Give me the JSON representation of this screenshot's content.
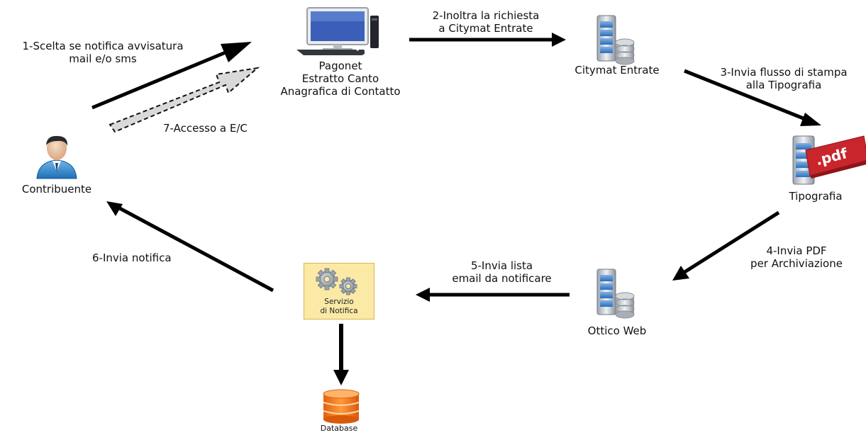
{
  "nodes": {
    "pagonet": {
      "label_line1": "Pagonet",
      "label_line2": "Estratto Canto",
      "label_line3": "Anagrafica di Contatto",
      "icon": "desktop-computer-icon"
    },
    "citymat": {
      "label": "Citymat Entrate",
      "icon": "server-icon"
    },
    "tipografia": {
      "label": "Tipografia",
      "icon": "pdf-server-icon",
      "badge": ".pdf"
    },
    "ottico": {
      "label": "Ottico Web",
      "icon": "server-icon"
    },
    "notifica": {
      "label_line1": "Servizio",
      "label_line2": "di Notifica",
      "icon": "gears-icon"
    },
    "database": {
      "label": "Database",
      "icon": "database-icon"
    },
    "contribuente": {
      "label": "Contribuente",
      "icon": "user-icon"
    }
  },
  "edges": {
    "step1": {
      "line1": "1-Scelta se notifica avvisatura",
      "line2": "mail e/o sms"
    },
    "step2": {
      "line1": "2-Inoltra la richiesta",
      "line2": "a Citymat Entrate"
    },
    "step3": {
      "line1": "3-Invia flusso di stampa",
      "line2": "alla Tipografia"
    },
    "step4": {
      "line1": "4-Invia PDF",
      "line2": "per Archiviazione"
    },
    "step5": {
      "line1": "5-Invia lista",
      "line2": "email da notificare"
    },
    "step6": {
      "label": "6-Invia notifica"
    },
    "step7": {
      "label": "7-Accesso a E/C",
      "style": "dashed"
    }
  },
  "colors": {
    "arrow": "#000000",
    "notify_fill": "#fbe9a6",
    "database": "#f47b20",
    "server_blue": "#3f7fc7",
    "pdf_red": "#c8262c"
  }
}
